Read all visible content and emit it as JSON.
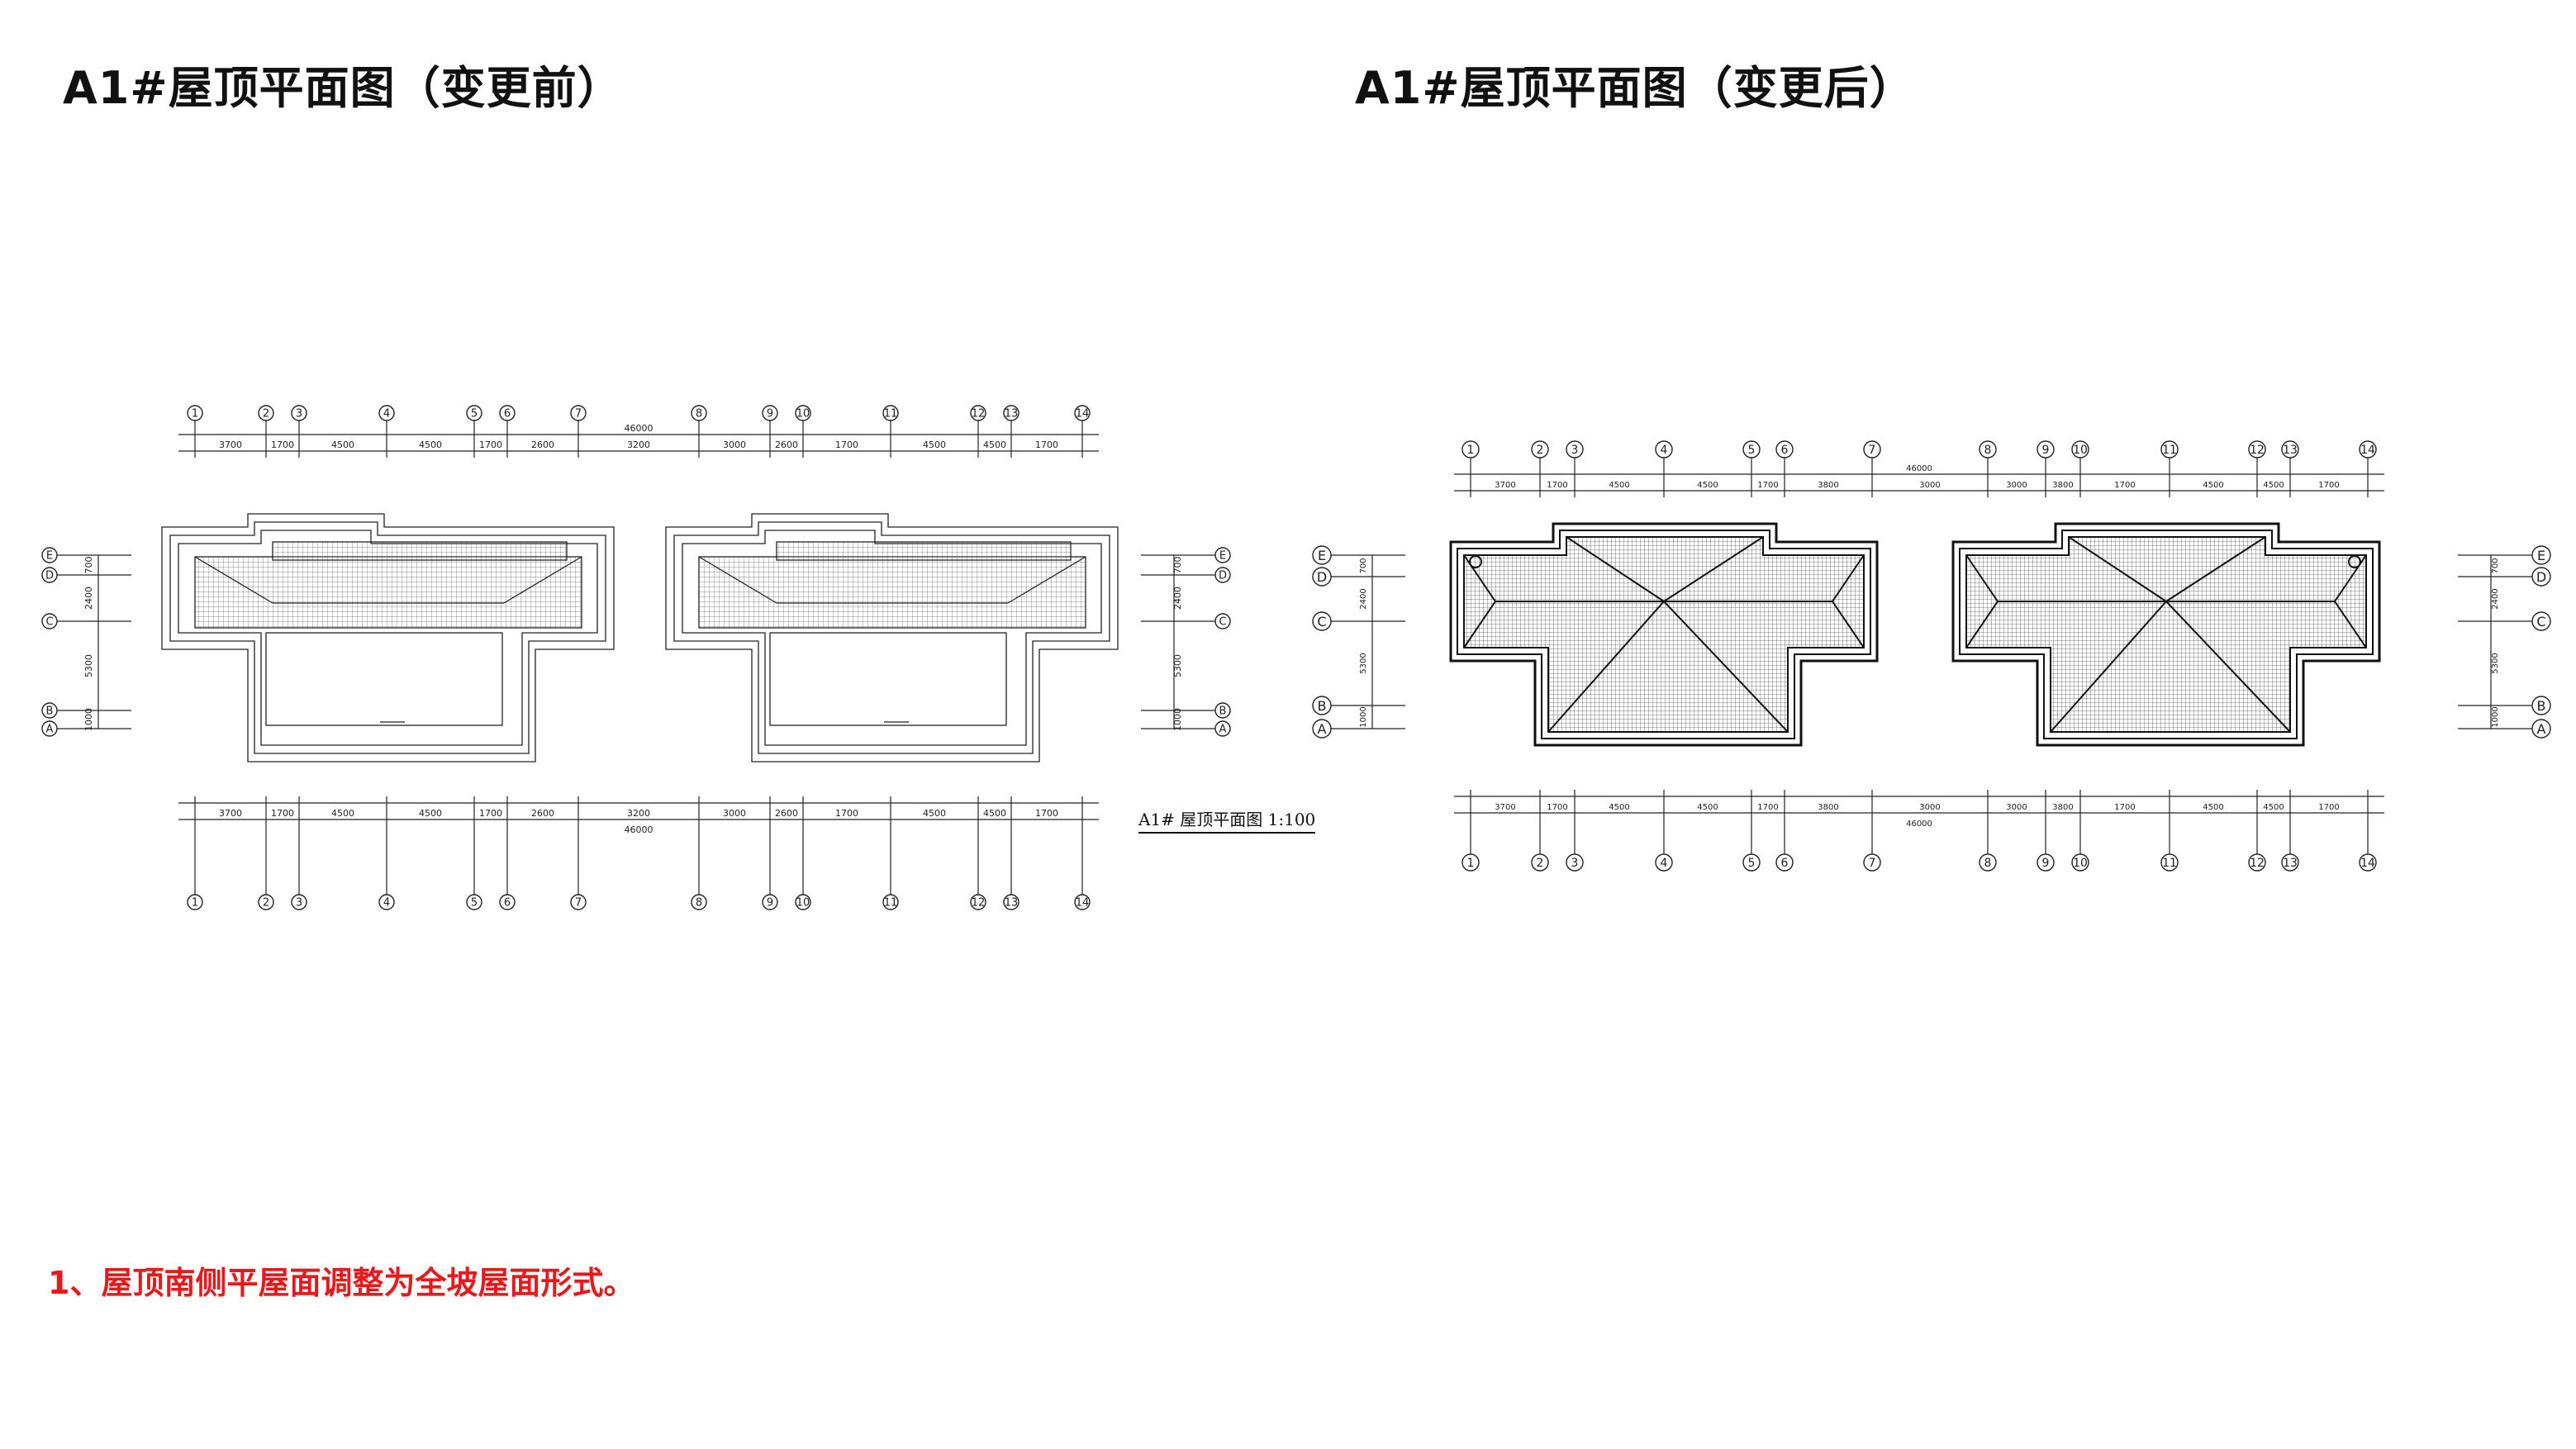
{
  "titles": {
    "before": "A1#屋顶平面图（变更前）",
    "after": "A1#屋顶平面图（变更后）"
  },
  "note": "1、屋顶南侧平屋面调整为全坡屋面形式。",
  "before_plan": {
    "scale_label": "A1# 屋顶平面图 1:100",
    "axis_labels": [
      "1",
      "2",
      "3",
      "4",
      "5",
      "6",
      "7",
      "8",
      "9",
      "10",
      "11",
      "12",
      "13",
      "14"
    ],
    "row_labels": [
      "E",
      "D",
      "C",
      "B",
      "A"
    ],
    "total_dim": "46000",
    "segment_dims": [
      "3700",
      "1700",
      "4500",
      "4500",
      "1700",
      "2600",
      "3200",
      "3000",
      "2600",
      "1700",
      "4500",
      "4500",
      "1700",
      "3700"
    ],
    "row_dims": [
      "700",
      "2400",
      "5300",
      "1000"
    ]
  },
  "after_plan": {
    "axis_labels": [
      "1",
      "2",
      "3",
      "4",
      "5",
      "6",
      "7",
      "8",
      "9",
      "10",
      "11",
      "12",
      "13",
      "14"
    ],
    "row_labels": [
      "E",
      "D",
      "C",
      "B",
      "A"
    ],
    "total_dim": "46000",
    "segment_dims": [
      "3700",
      "1700",
      "4500",
      "4500",
      "1700",
      "3800",
      "3000",
      "3000",
      "3800",
      "1700",
      "4500",
      "4500",
      "1700",
      "3700"
    ],
    "row_dims": [
      "700",
      "2400",
      "5300",
      "1000"
    ]
  },
  "colors": {
    "title": "#111111",
    "note": "#e8181b",
    "line": "#1a1a1a",
    "hatch": "#555555"
  }
}
